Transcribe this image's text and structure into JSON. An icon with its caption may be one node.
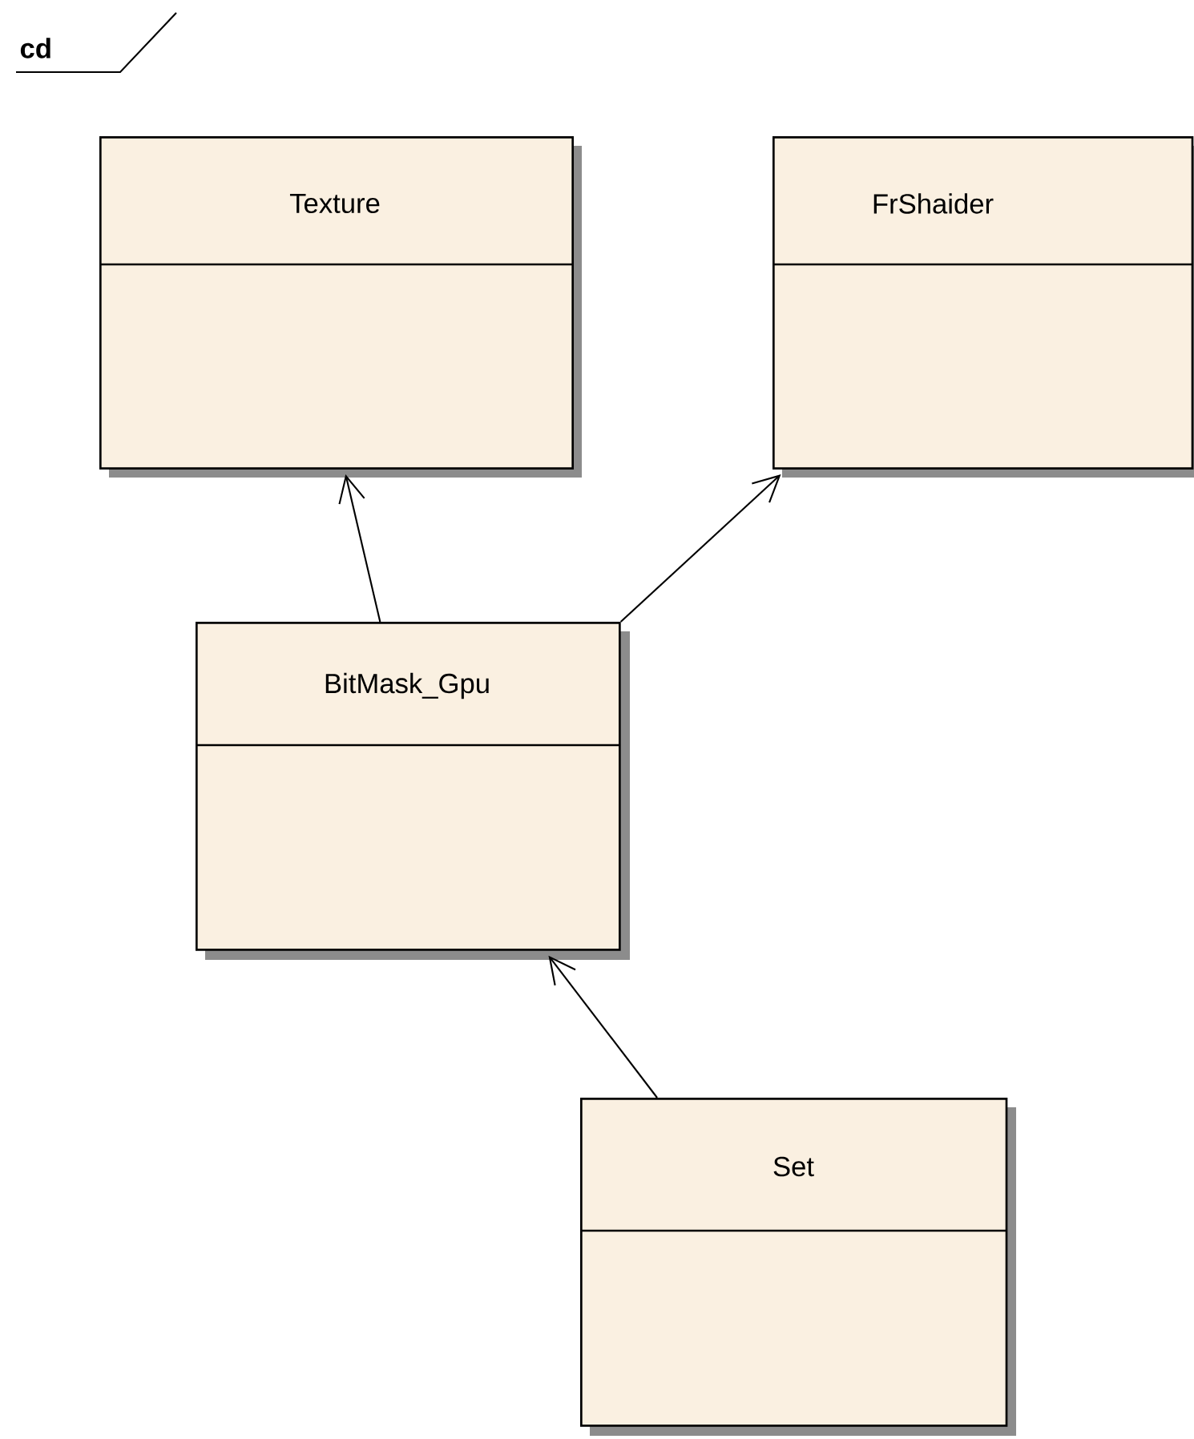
{
  "diagram": {
    "nodes": [
      {
        "text": [
          "Texture"
        ]
      },
      {
        "text": [
          "FrShaider"
        ]
      },
      {
        "text": [
          "BitMask_Gpu"
        ]
      },
      {
        "text": [
          "Set"
        ]
      }
    ],
    "edges": [
      {
        "from": 2,
        "to": 0,
        "arrow": "to"
      },
      {
        "from": 2,
        "to": 1,
        "arrow": "to"
      },
      {
        "from": 3,
        "to": 2,
        "arrow": "to"
      }
    ],
    "labels": [
      "cd"
    ]
  }
}
